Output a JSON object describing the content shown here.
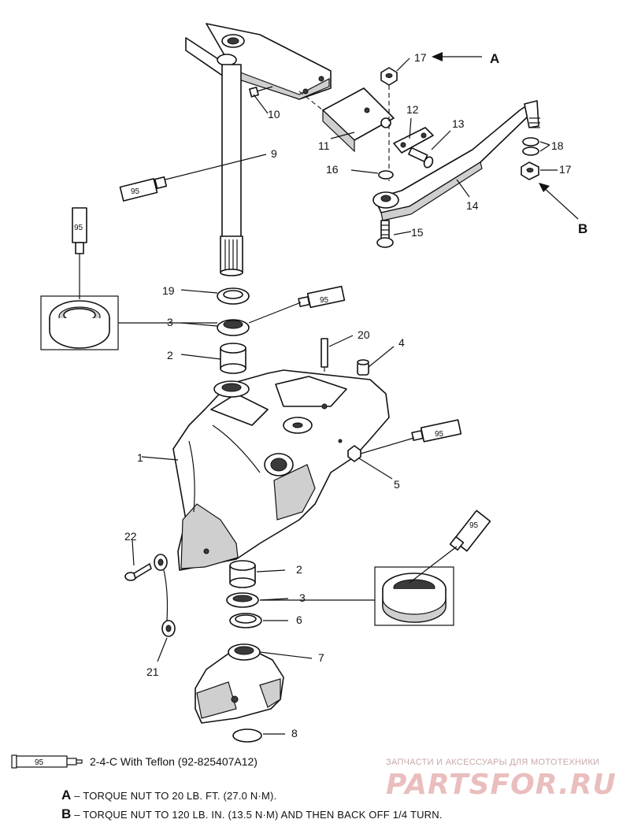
{
  "callouts": {
    "c1": "1",
    "c2a": "2",
    "c2b": "2",
    "c3a": "3",
    "c3b": "3",
    "c4": "4",
    "c5": "5",
    "c6": "6",
    "c7": "7",
    "c8": "8",
    "c9": "9",
    "c10": "10",
    "c11": "11",
    "c12": "12",
    "c13": "13",
    "c14": "14",
    "c15": "15",
    "c16": "16",
    "c17a": "17",
    "c17b": "17",
    "c18": "18",
    "c19": "19",
    "c20": "20",
    "c21": "21",
    "c22": "22",
    "letterA": "A",
    "letterB": "B"
  },
  "tube_label": "95",
  "legend": {
    "tube_label": "95",
    "text": "2-4-C  With Teflon (92-825407A12)"
  },
  "notes": {
    "a_letter": "A",
    "a_text": "TORQUE NUT TO 20 LB. FT. (27.0 N·M).",
    "b_letter": "B",
    "b_text": "TORQUE NUT TO 120 LB. IN. (13.5 N·M) AND THEN BACK OFF 1/4 TURN."
  },
  "watermark": {
    "line1": "ЗАПЧАСТИ И АКСЕССУАРЫ ДЛЯ МОТОТЕХНИКИ",
    "logo": "PARTSFOR.RU"
  }
}
